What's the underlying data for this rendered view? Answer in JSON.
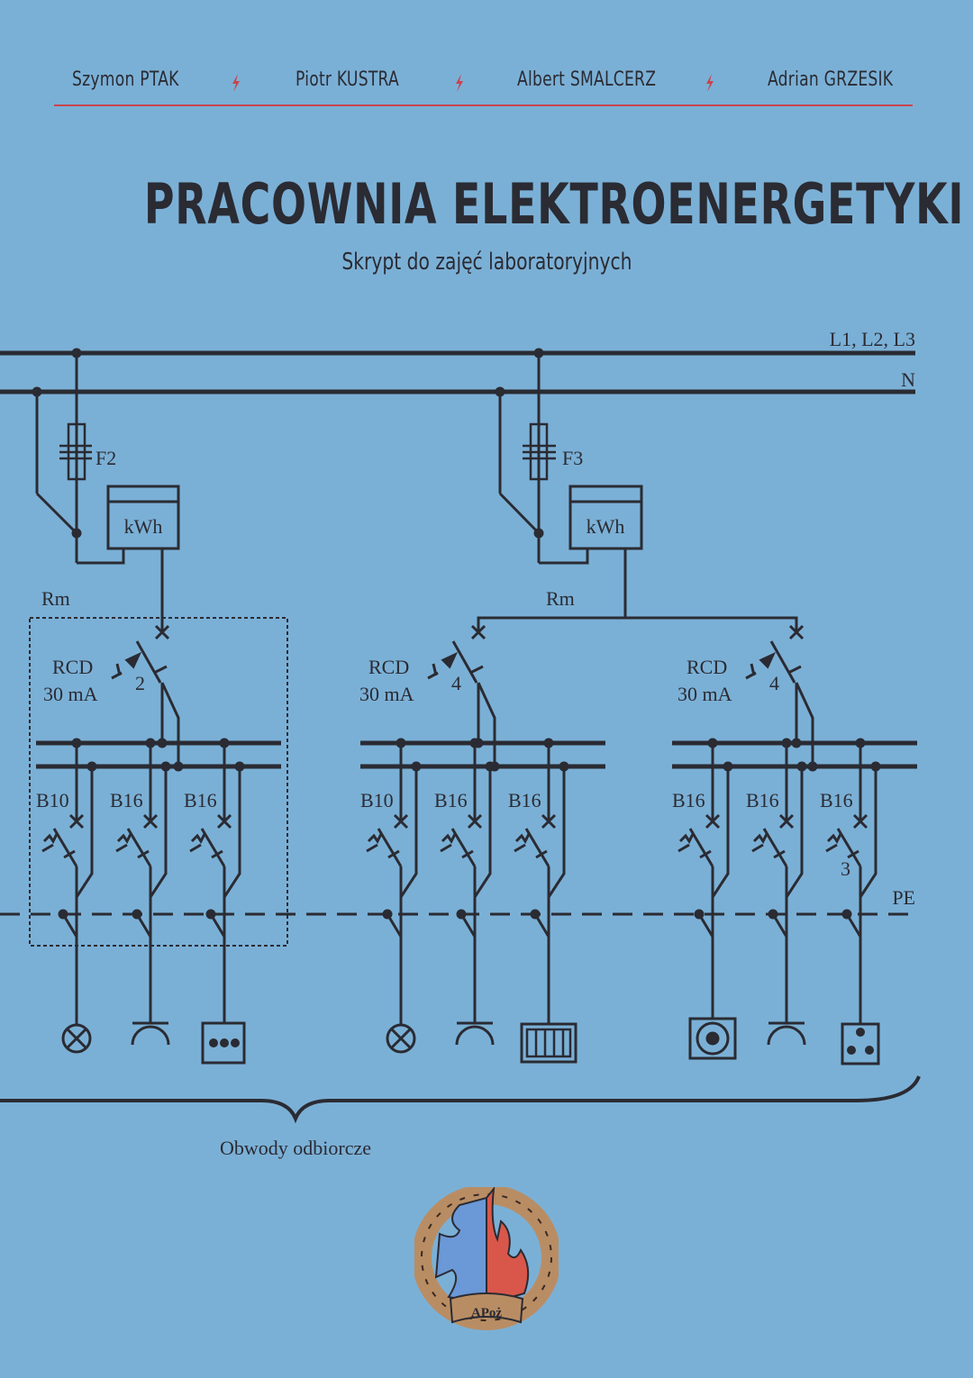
{
  "cover": {
    "authors": [
      "Szymon PTAK",
      "Piotr KUSTRA",
      "Albert SMALCERZ",
      "Adrian GRZESIK"
    ],
    "separator_icon": "lightning-bolt-icon",
    "title": "PRACOWNIA ELEKTROENERGETYKI",
    "subtitle": "Skrypt do zajęć laboratoryjnych",
    "accent_color": "#c8444e",
    "background_color": "#7bb0d6"
  },
  "diagram": {
    "bus_labels": {
      "phases": "L1, L2, L3",
      "neutral": "N",
      "protective": "PE"
    },
    "fuses": [
      "F2",
      "F3"
    ],
    "meter_label": "kWh",
    "distribution_label": "Rm",
    "rcd_label": "RCD",
    "rcd_rating": "30 mA",
    "rcd_poles": [
      "2",
      "4",
      "4"
    ],
    "group1_breakers": [
      "B10",
      "B16",
      "B16"
    ],
    "group2_breakers": [
      "B10",
      "B16",
      "B16"
    ],
    "group3_breakers": [
      "B16",
      "B16",
      "B16"
    ],
    "breaker_pole_note": "3",
    "group1_loads": [
      "lamp",
      "socket",
      "control-box"
    ],
    "group2_loads": [
      "lamp",
      "socket",
      "heater"
    ],
    "group3_loads": [
      "hob",
      "socket",
      "three-phase-socket"
    ],
    "brace_label": "Obwody odbiorcze"
  },
  "logo": {
    "text": "APoż"
  }
}
